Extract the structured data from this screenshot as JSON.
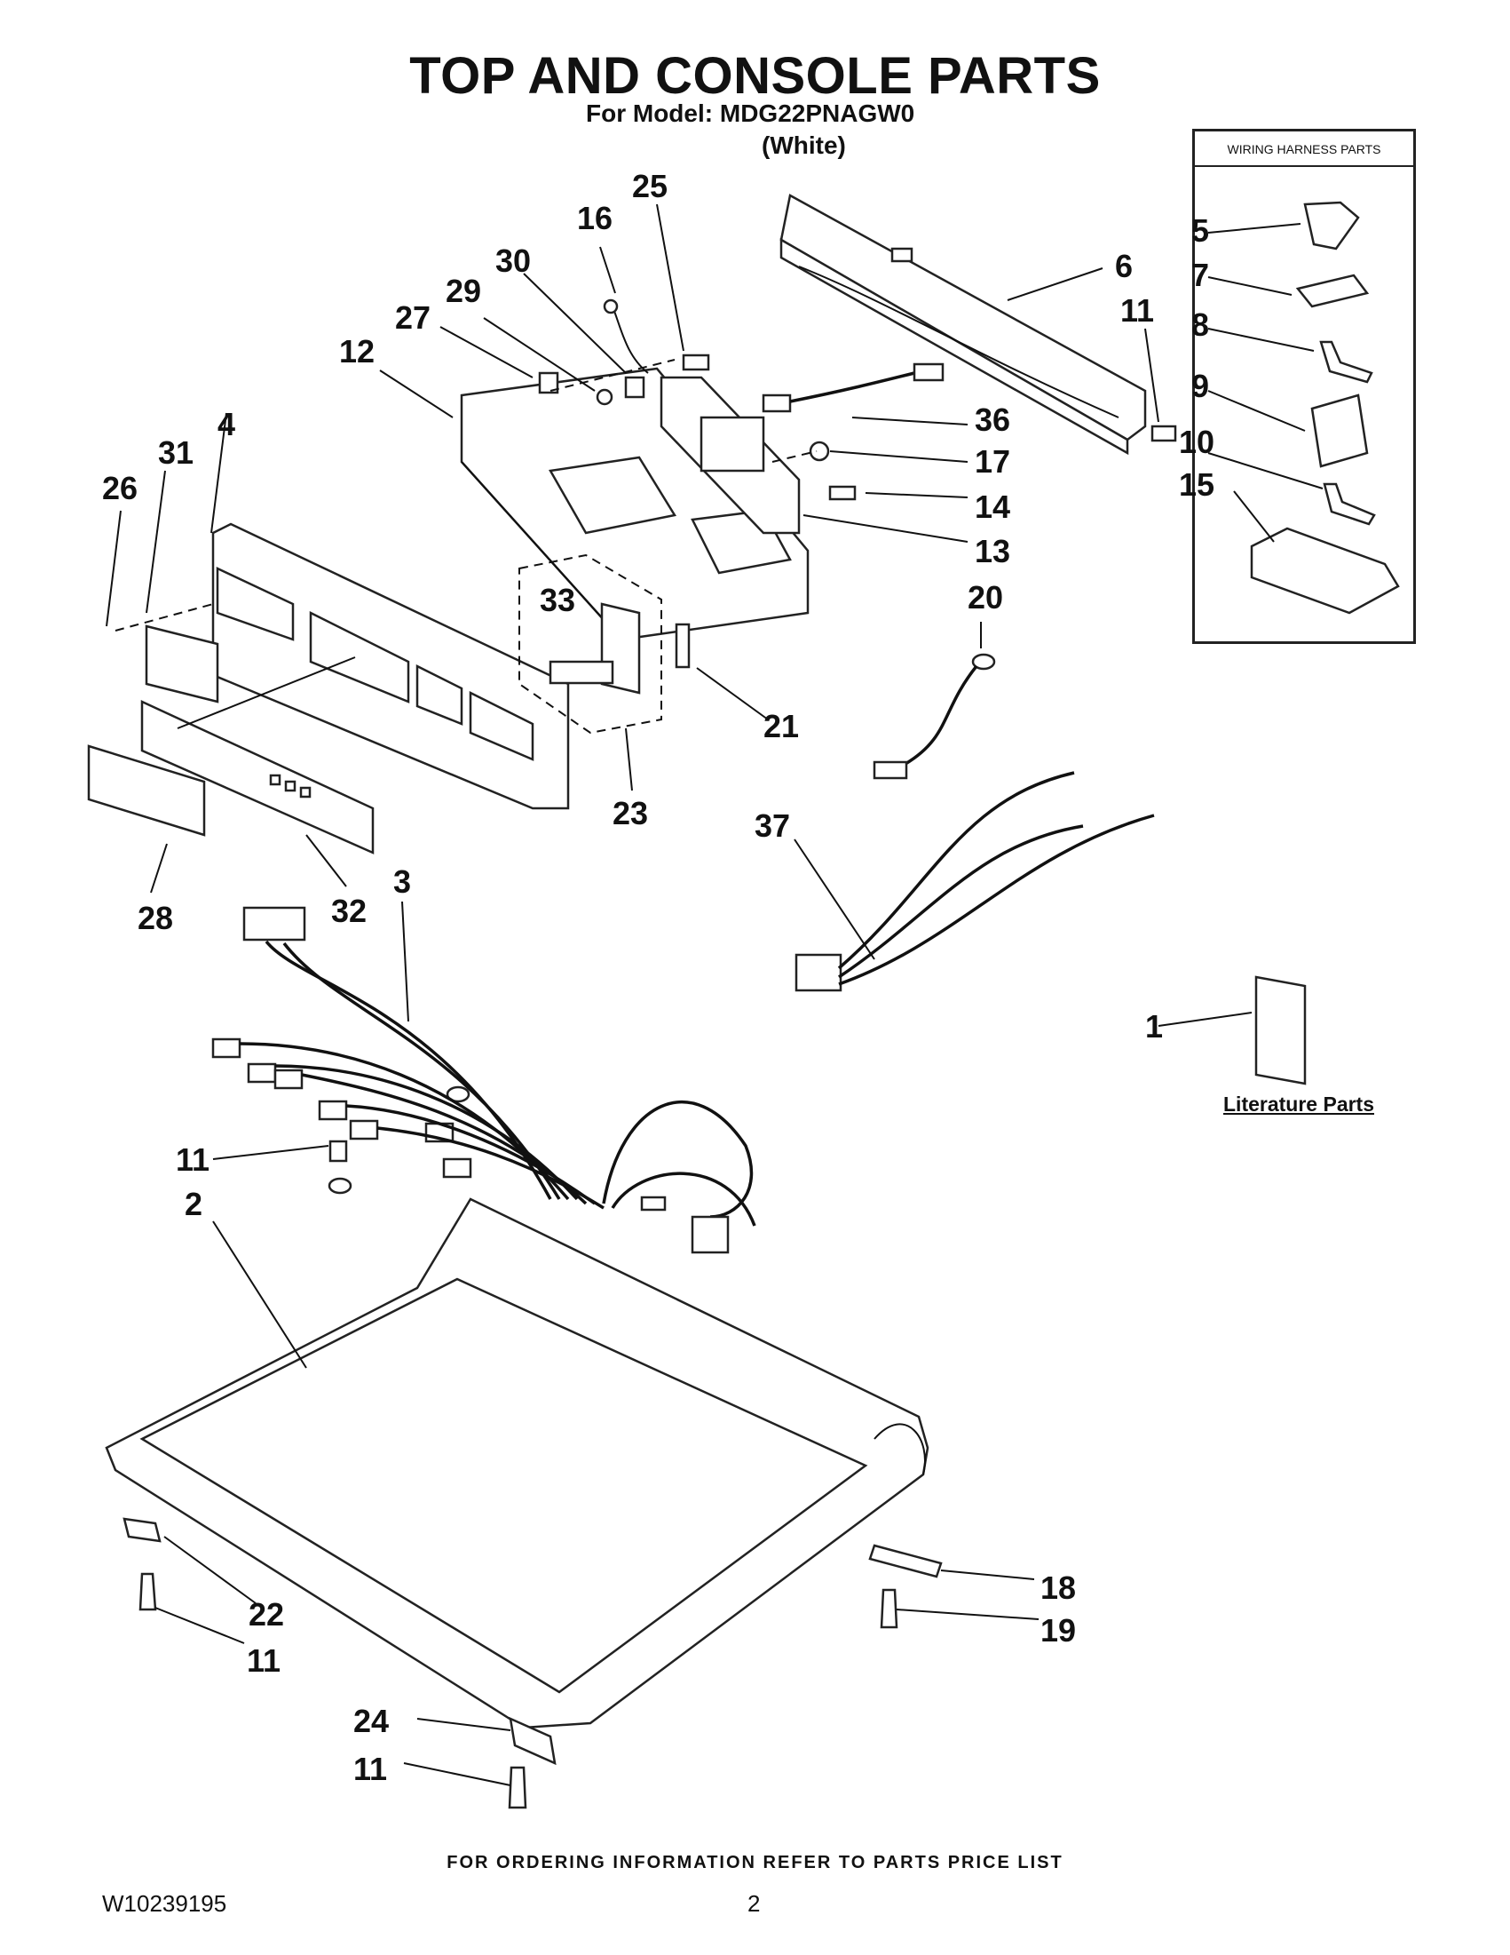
{
  "header": {
    "title": "TOP AND CONSOLE PARTS",
    "model_line": "For Model: MDG22PNAGW0",
    "variant": "(White)"
  },
  "wiring_harness_box": {
    "title": "WIRING HARNESS PARTS"
  },
  "literature": {
    "label": "Literature Parts"
  },
  "callouts": {
    "c1": "1",
    "c2": "2",
    "c3": "3",
    "c4": "4",
    "c5": "5",
    "c6": "6",
    "c7": "7",
    "c8": "8",
    "c9": "9",
    "c10": "10",
    "c11a": "11",
    "c11b": "11",
    "c11c": "11",
    "c11d": "11",
    "c12": "12",
    "c13": "13",
    "c14": "14",
    "c15": "15",
    "c16": "16",
    "c17": "17",
    "c18": "18",
    "c19": "19",
    "c20": "20",
    "c21": "21",
    "c22": "22",
    "c23": "23",
    "c24": "24",
    "c25": "25",
    "c26": "26",
    "c27": "27",
    "c28": "28",
    "c29": "29",
    "c30": "30",
    "c31": "31",
    "c32": "32",
    "c33": "33",
    "c36": "36",
    "c37": "37"
  },
  "footer": {
    "note": "FOR ORDERING INFORMATION REFER TO PARTS PRICE LIST",
    "doc_number": "W10239195",
    "page": "2"
  }
}
